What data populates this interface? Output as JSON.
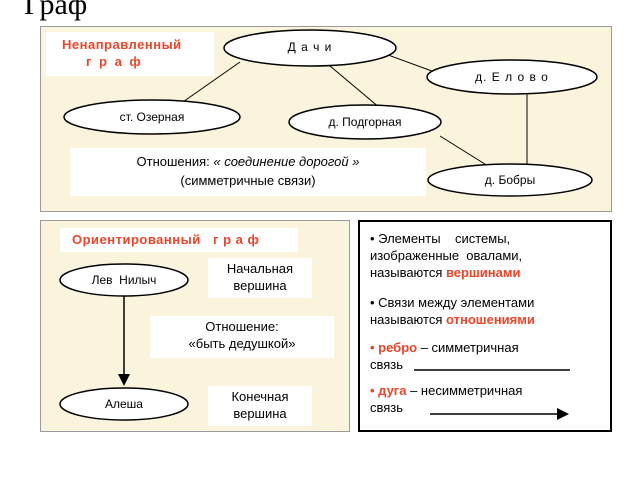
{
  "page_title": "Граф",
  "top_panel": {
    "title_line1": "Ненаправленный",
    "title_line2": "г р а ф",
    "nodes": {
      "dachi": "Д а ч и",
      "elovo": "д. Е л о в о",
      "ozernaya": "ст. Озерная",
      "podgornaya": "д. Подгорная",
      "bobry": "д. Бобры"
    },
    "relation_prefix": "Отношения: ",
    "relation_text": "« соединение  дорогой »",
    "relation_note": "(симметричные связи)"
  },
  "bottom_left": {
    "title": "Ориентированный   г р а ф",
    "node_top": "Лев  Нилыч",
    "node_bottom": "Алеша",
    "start_label_line1": "Начальная",
    "start_label_line2": "вершина",
    "relation_line1": "Отношение:",
    "relation_line2": "«быть дедушкой»",
    "end_label_line1": "Конечная",
    "end_label_line2": "вершина"
  },
  "bottom_right": {
    "item1_line1": "• Элементы    системы,",
    "item1_line2": "изображенные  овалами,",
    "item1_line3_prefix": "называются ",
    "item1_line3_red": "вершинами",
    "item2_line1": "• Связи между элементами",
    "item2_line2_prefix": "называются ",
    "item2_line2_red": "отношениями",
    "item3_red": "• ребро",
    "item3_rest": " – симметричная",
    "item3_line2": "связь",
    "item4_red": "• дуга",
    "item4_rest": " – несимметричная",
    "item4_line2": "связь"
  }
}
